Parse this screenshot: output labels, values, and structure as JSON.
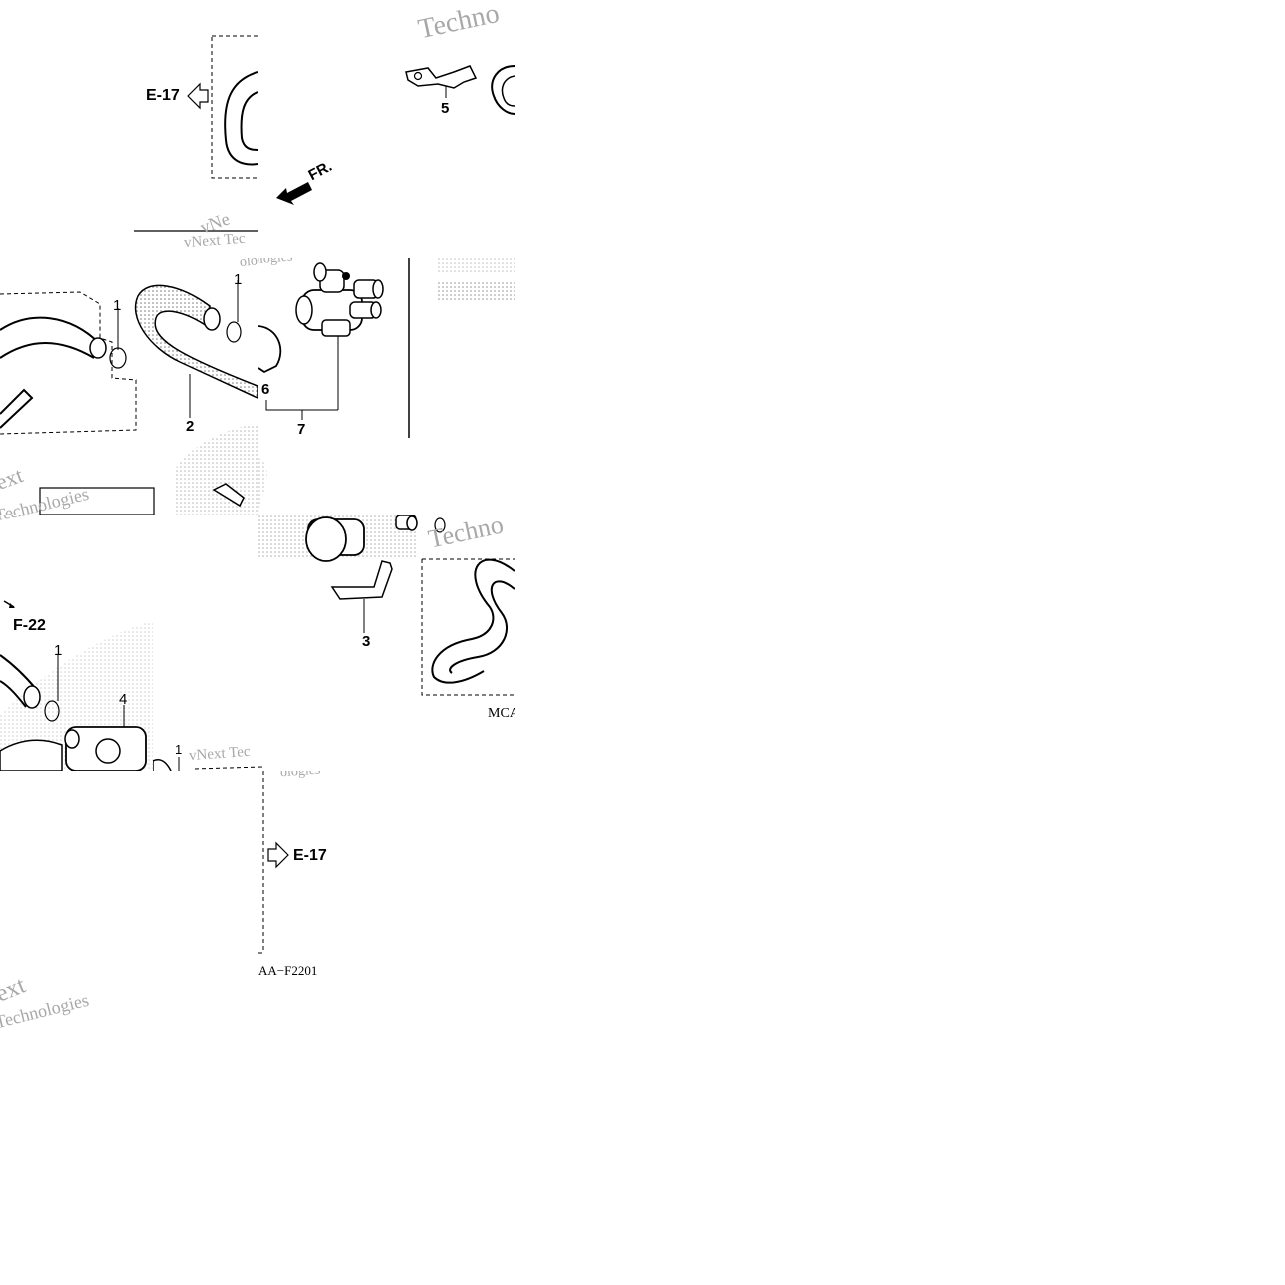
{
  "references": {
    "e17": "E-17",
    "f22": "F-22",
    "front": "FR."
  },
  "part_numbers": {
    "p1": "1",
    "p2": "2",
    "p3": "3",
    "p4": "4",
    "p5": "5",
    "p6": "6",
    "p7": "7"
  },
  "codes": {
    "right_code": "MCA",
    "bottom_code": "AA−F2201"
  },
  "watermarks": {
    "vnext_tech": "vNext Tec",
    "technologies": "Technologies",
    "techno": "Techno",
    "ologies": "ologies",
    "ext": "ext",
    "vne": "vNe"
  },
  "colors": {
    "line": "#000000",
    "watermark": "#a8a8a8",
    "dots": "#7a7a7a"
  }
}
